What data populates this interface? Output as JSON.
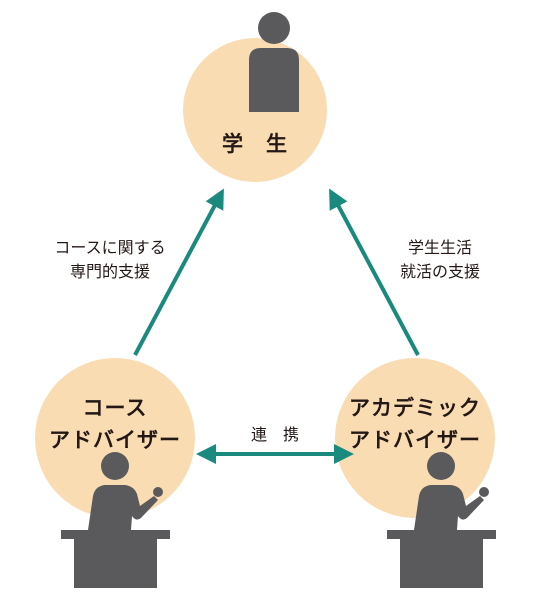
{
  "nodes": {
    "student": {
      "label": "学　生"
    },
    "course_advisor": {
      "line1": "コース",
      "line2": "アドバイザー"
    },
    "academic_advisor": {
      "line1": "アカデミック",
      "line2": "アドバイザー"
    }
  },
  "edges": {
    "left": {
      "line1": "コースに関する",
      "line2": "専門的支援"
    },
    "right": {
      "line1": "学生生活",
      "line2": "就活の支援"
    },
    "bottom": {
      "label": "連　携"
    }
  },
  "colors": {
    "circle_fill": "#f9dcb2",
    "figure": "#5a5a5c",
    "arrow": "#1a8a7e",
    "text": "#231815"
  }
}
